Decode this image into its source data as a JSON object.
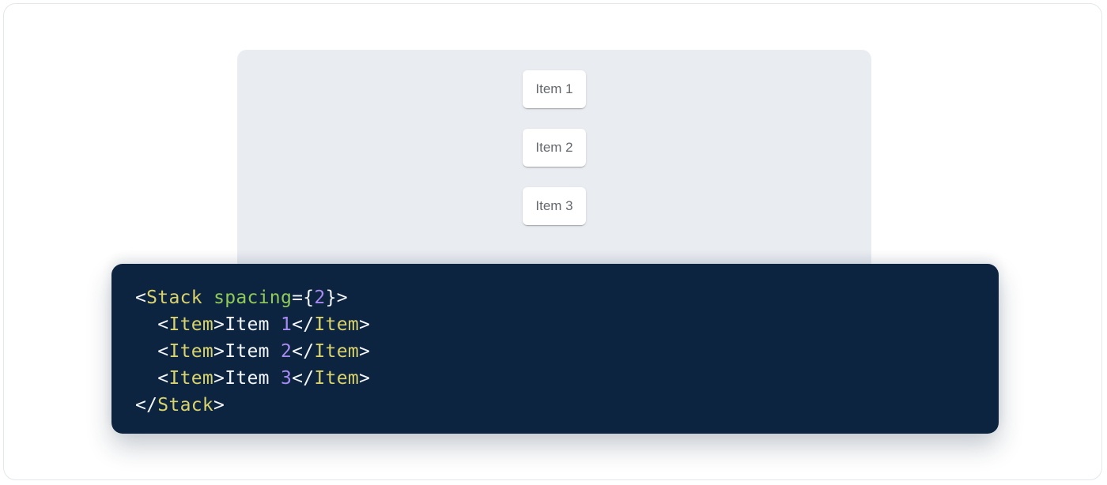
{
  "colors": {
    "page-bg": "#ffffff",
    "card-bg": "#ffffff",
    "card-border": "#e4e7eb",
    "panel-bg": "#e9ecf1",
    "item-bg": "#ffffff",
    "item-text": "#65696e",
    "code-bg": "#0d2440",
    "code-plain": "#f3f6fa",
    "code-tag": "#d9d36d",
    "code-attr": "#8fcb56",
    "code-num": "#a78bf3"
  },
  "demo": {
    "items": [
      "Item 1",
      "Item 2",
      "Item 3"
    ]
  },
  "code": {
    "language": "jsx",
    "text": "<Stack spacing={2}>\n  <Item>Item 1</Item>\n  <Item>Item 2</Item>\n  <Item>Item 3</Item>\n</Stack>",
    "lines": [
      [
        {
          "t": "<",
          "c": "plain"
        },
        {
          "t": "Stack",
          "c": "tag"
        },
        {
          "t": " ",
          "c": "plain"
        },
        {
          "t": "spacing",
          "c": "attr"
        },
        {
          "t": "=",
          "c": "plain"
        },
        {
          "t": "{",
          "c": "plain"
        },
        {
          "t": "2",
          "c": "num"
        },
        {
          "t": "}",
          "c": "plain"
        },
        {
          "t": ">",
          "c": "plain"
        }
      ],
      [
        {
          "t": "  ",
          "c": "plain"
        },
        {
          "t": "<",
          "c": "plain"
        },
        {
          "t": "Item",
          "c": "tag"
        },
        {
          "t": ">",
          "c": "plain"
        },
        {
          "t": "Item ",
          "c": "plain"
        },
        {
          "t": "1",
          "c": "num"
        },
        {
          "t": "</",
          "c": "plain"
        },
        {
          "t": "Item",
          "c": "tag"
        },
        {
          "t": ">",
          "c": "plain"
        }
      ],
      [
        {
          "t": "  ",
          "c": "plain"
        },
        {
          "t": "<",
          "c": "plain"
        },
        {
          "t": "Item",
          "c": "tag"
        },
        {
          "t": ">",
          "c": "plain"
        },
        {
          "t": "Item ",
          "c": "plain"
        },
        {
          "t": "2",
          "c": "num"
        },
        {
          "t": "</",
          "c": "plain"
        },
        {
          "t": "Item",
          "c": "tag"
        },
        {
          "t": ">",
          "c": "plain"
        }
      ],
      [
        {
          "t": "  ",
          "c": "plain"
        },
        {
          "t": "<",
          "c": "plain"
        },
        {
          "t": "Item",
          "c": "tag"
        },
        {
          "t": ">",
          "c": "plain"
        },
        {
          "t": "Item ",
          "c": "plain"
        },
        {
          "t": "3",
          "c": "num"
        },
        {
          "t": "</",
          "c": "plain"
        },
        {
          "t": "Item",
          "c": "tag"
        },
        {
          "t": ">",
          "c": "plain"
        }
      ],
      [
        {
          "t": "</",
          "c": "plain"
        },
        {
          "t": "Stack",
          "c": "tag"
        },
        {
          "t": ">",
          "c": "plain"
        }
      ]
    ]
  }
}
